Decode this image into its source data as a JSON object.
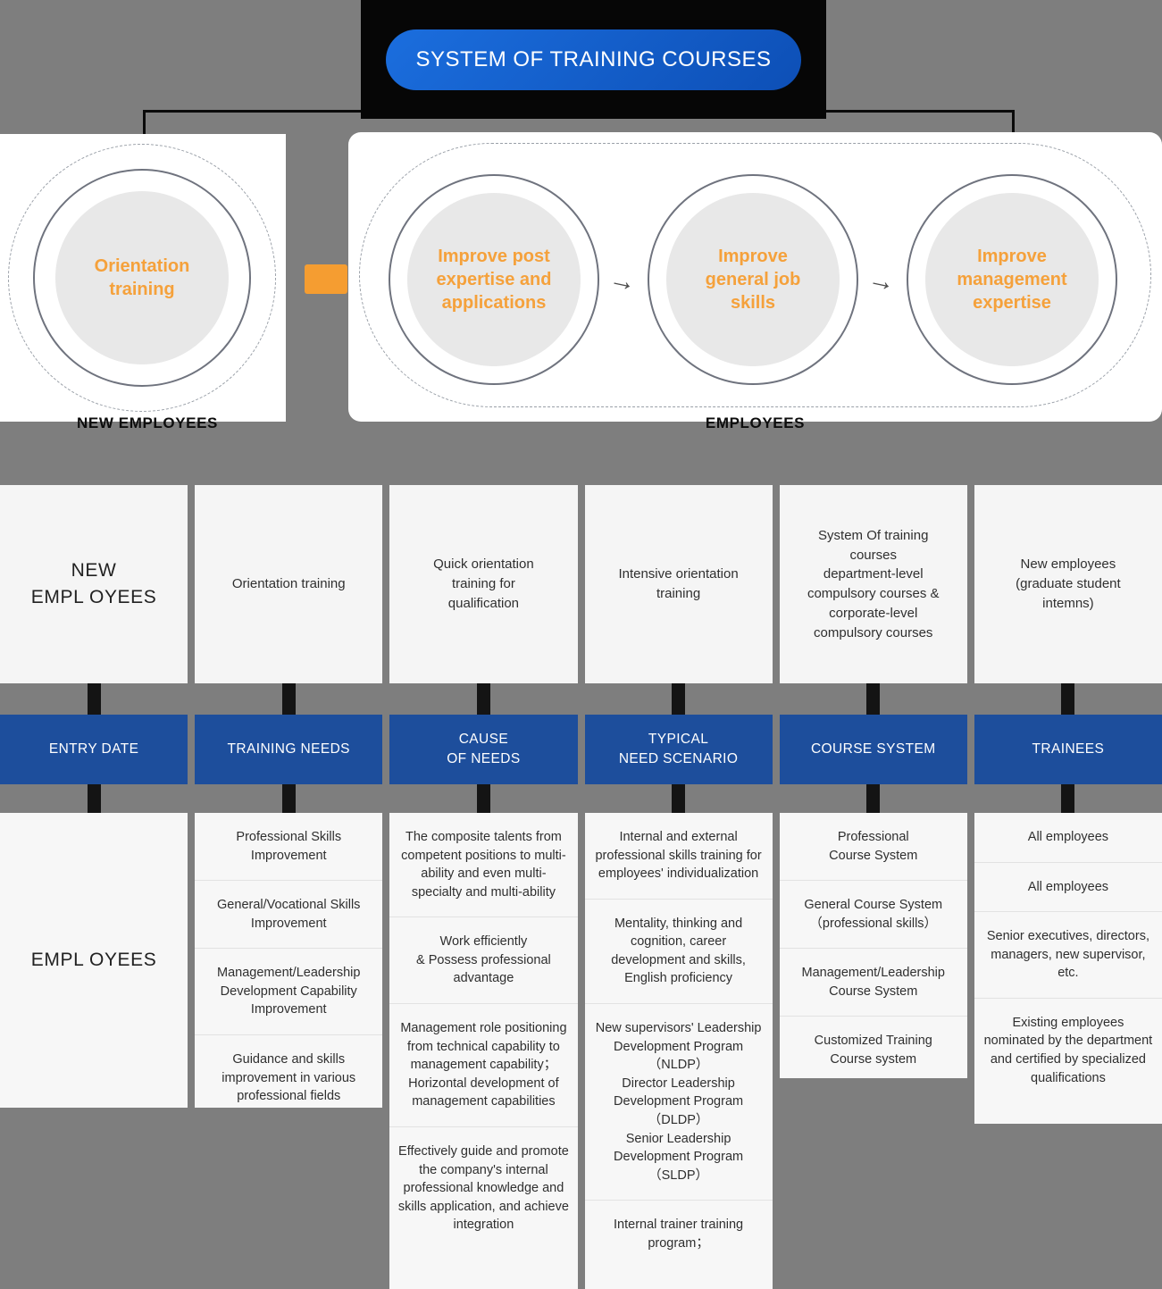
{
  "banner": {
    "title": "SYSTEM OF TRAINING COURSES"
  },
  "flow": {
    "orientation_circle": "Orientation\ntraining",
    "employee_circles": [
      "Improve post\nexpertise and\napplications",
      "Improve\ngeneral job\nskills",
      "Improve\nmanagement\nexpertise"
    ],
    "arrow": "→",
    "new_employees_label": "NEW EMPLOYEES",
    "employees_label": "EMPLOYEES"
  },
  "grid": {
    "row1": [
      "NEW\nEMPL OYEES",
      "Orientation training",
      "Quick orientation\ntraining for\nqualification",
      "Intensive orientation\ntraining",
      "System Of training\ncourses\ndepartment-level\ncompulsory courses &\ncorporate-level\ncompulsory courses",
      "New employees\n(graduate student\nintemns)"
    ],
    "headers": [
      "ENTRY DATE",
      "TRAINING NEEDS",
      "CAUSE\nOF NEEDS",
      "TYPICAL\nNEED SCENARIO",
      "COURSE SYSTEM",
      "TRAINEES"
    ],
    "row3_left": "EMPL OYEES",
    "needs": [
      "Professional Skills\nImprovement",
      "General/Vocational Skills\nImprovement",
      "Management/Leadership\nDevelopment Capability\nImprovement",
      "Guidance and skills\nimprovement in various\nprofessional fields"
    ],
    "causes": [
      "The composite talents from competent positions to multi-ability and even multi-specialty and multi-ability",
      "Work efficiently\n& Possess professional advantage",
      "Management role positioning from technical capability to management capability；Horizontal development of management capabilities",
      "Effectively guide and promote the company's internal professional knowledge and skills application, and achieve integration"
    ],
    "scenarios": [
      "Internal and external professional skills training for employees' individualization",
      "Mentality, thinking and cognition, career development and skills, English proficiency",
      "New supervisors' Leadership Development Program\n（NLDP）\nDirector Leadership Development Program\n（DLDP）\nSenior Leadership Development Program\n（SLDP）",
      "Internal trainer training program；"
    ],
    "courses": [
      "Professional\nCourse System",
      "General Course System\n（professional skills）",
      "Management/Leadership\nCourse System",
      "Customized Training\nCourse system"
    ],
    "trainees": [
      "All employees",
      "All employees",
      "Senior executives, directors, managers, new supervisor, etc.",
      "Existing employees nominated by the department and certified by specialized qualifications"
    ]
  },
  "colors": {
    "background": "#7e7e7e",
    "header_blue": "#1d4e9c",
    "accent_orange": "#f5a13b",
    "pill_blue": "#0d4fb6"
  }
}
